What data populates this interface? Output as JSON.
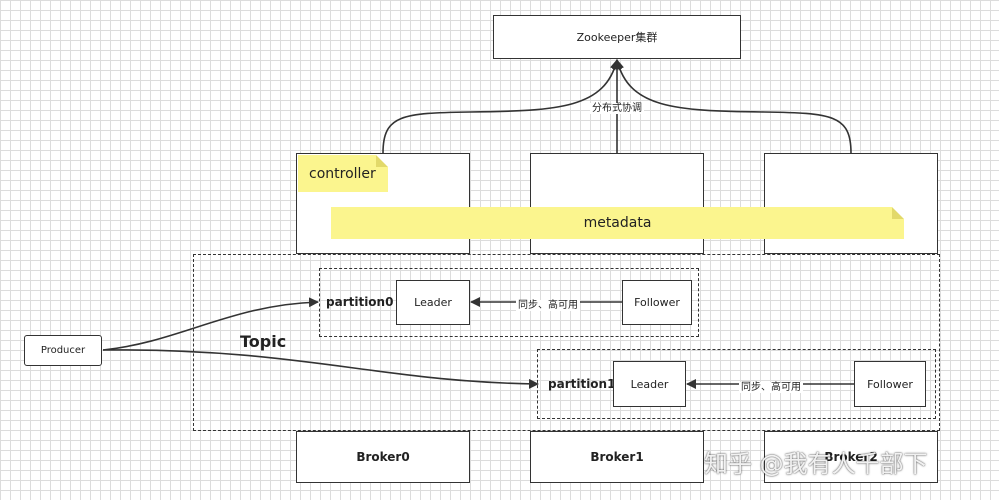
{
  "zookeeper": {
    "label": "Zookeeper集群"
  },
  "coordination": {
    "label": "分布式协调"
  },
  "controller": {
    "label": "controller"
  },
  "metadata": {
    "label": "metadata"
  },
  "topic": {
    "label": "Topic"
  },
  "producer": {
    "label": "Producer"
  },
  "partitions": [
    {
      "label": "partition0",
      "leader": "Leader",
      "follower": "Follower",
      "sync": "同步、高可用"
    },
    {
      "label": "partition1",
      "leader": "Leader",
      "follower": "Follower",
      "sync": "同步、高可用"
    }
  ],
  "brokers": [
    "Broker0",
    "Broker1",
    "Broker2"
  ],
  "watermark": "知乎 @我有人千部下",
  "colors": {
    "note": "#fbf58e",
    "line": "#333333"
  }
}
